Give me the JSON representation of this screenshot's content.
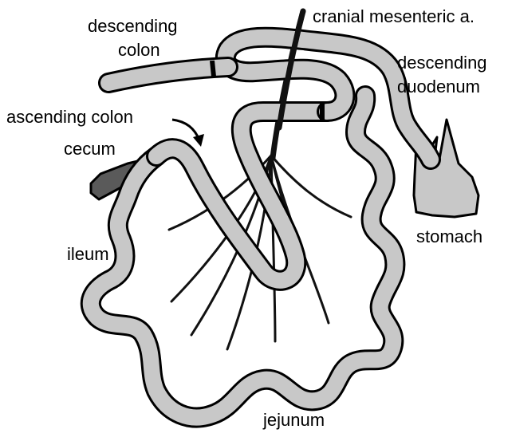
{
  "labels": {
    "descending_colon_line1": "descending",
    "descending_colon_line2": "colon",
    "cranial_mesenteric": "cranial mesenteric a.",
    "descending_duodenum_line1": "descending",
    "descending_duodenum_line2": "duodenum",
    "ascending_colon": "ascending colon",
    "cecum": "cecum",
    "stomach": "stomach",
    "ileum": "ileum",
    "jejunum": "jejunum"
  },
  "colors": {
    "gut_fill": "#c8c8c8",
    "outline": "#000000",
    "cecum_fill": "#5a5a5a",
    "vessel": "#111111",
    "background": "#ffffff"
  }
}
